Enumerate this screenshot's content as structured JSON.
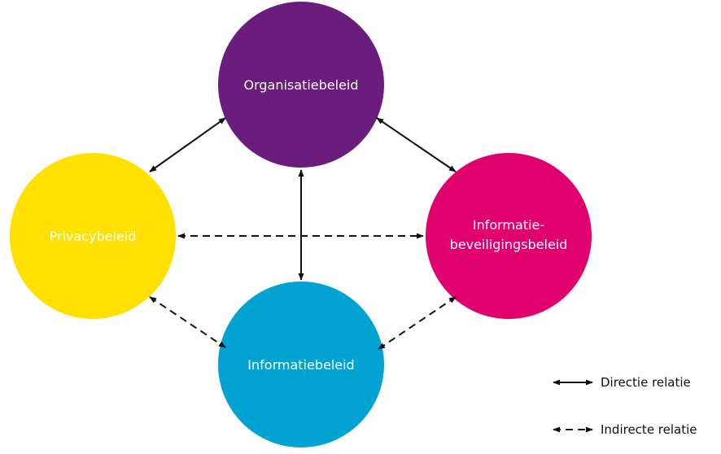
{
  "nodes": {
    "organisatie": {
      "label": "Organisatiebeleid",
      "color": "#6B1D7E"
    },
    "privacy": {
      "label": "Privacybeleid",
      "color": "#FFE000"
    },
    "informatiebeveiliging": {
      "label_line1": "Informatie-",
      "label_line2": "beveiligingsbeleid",
      "color": "#E0006E"
    },
    "informatie": {
      "label": "Informatiebeleid",
      "color": "#00A3D1"
    }
  },
  "legend": {
    "direct": "Directie relatie",
    "indirect": "Indirecte relatie"
  },
  "colors": {
    "arrow": "#111111",
    "node_text": "#FFFFFF"
  }
}
